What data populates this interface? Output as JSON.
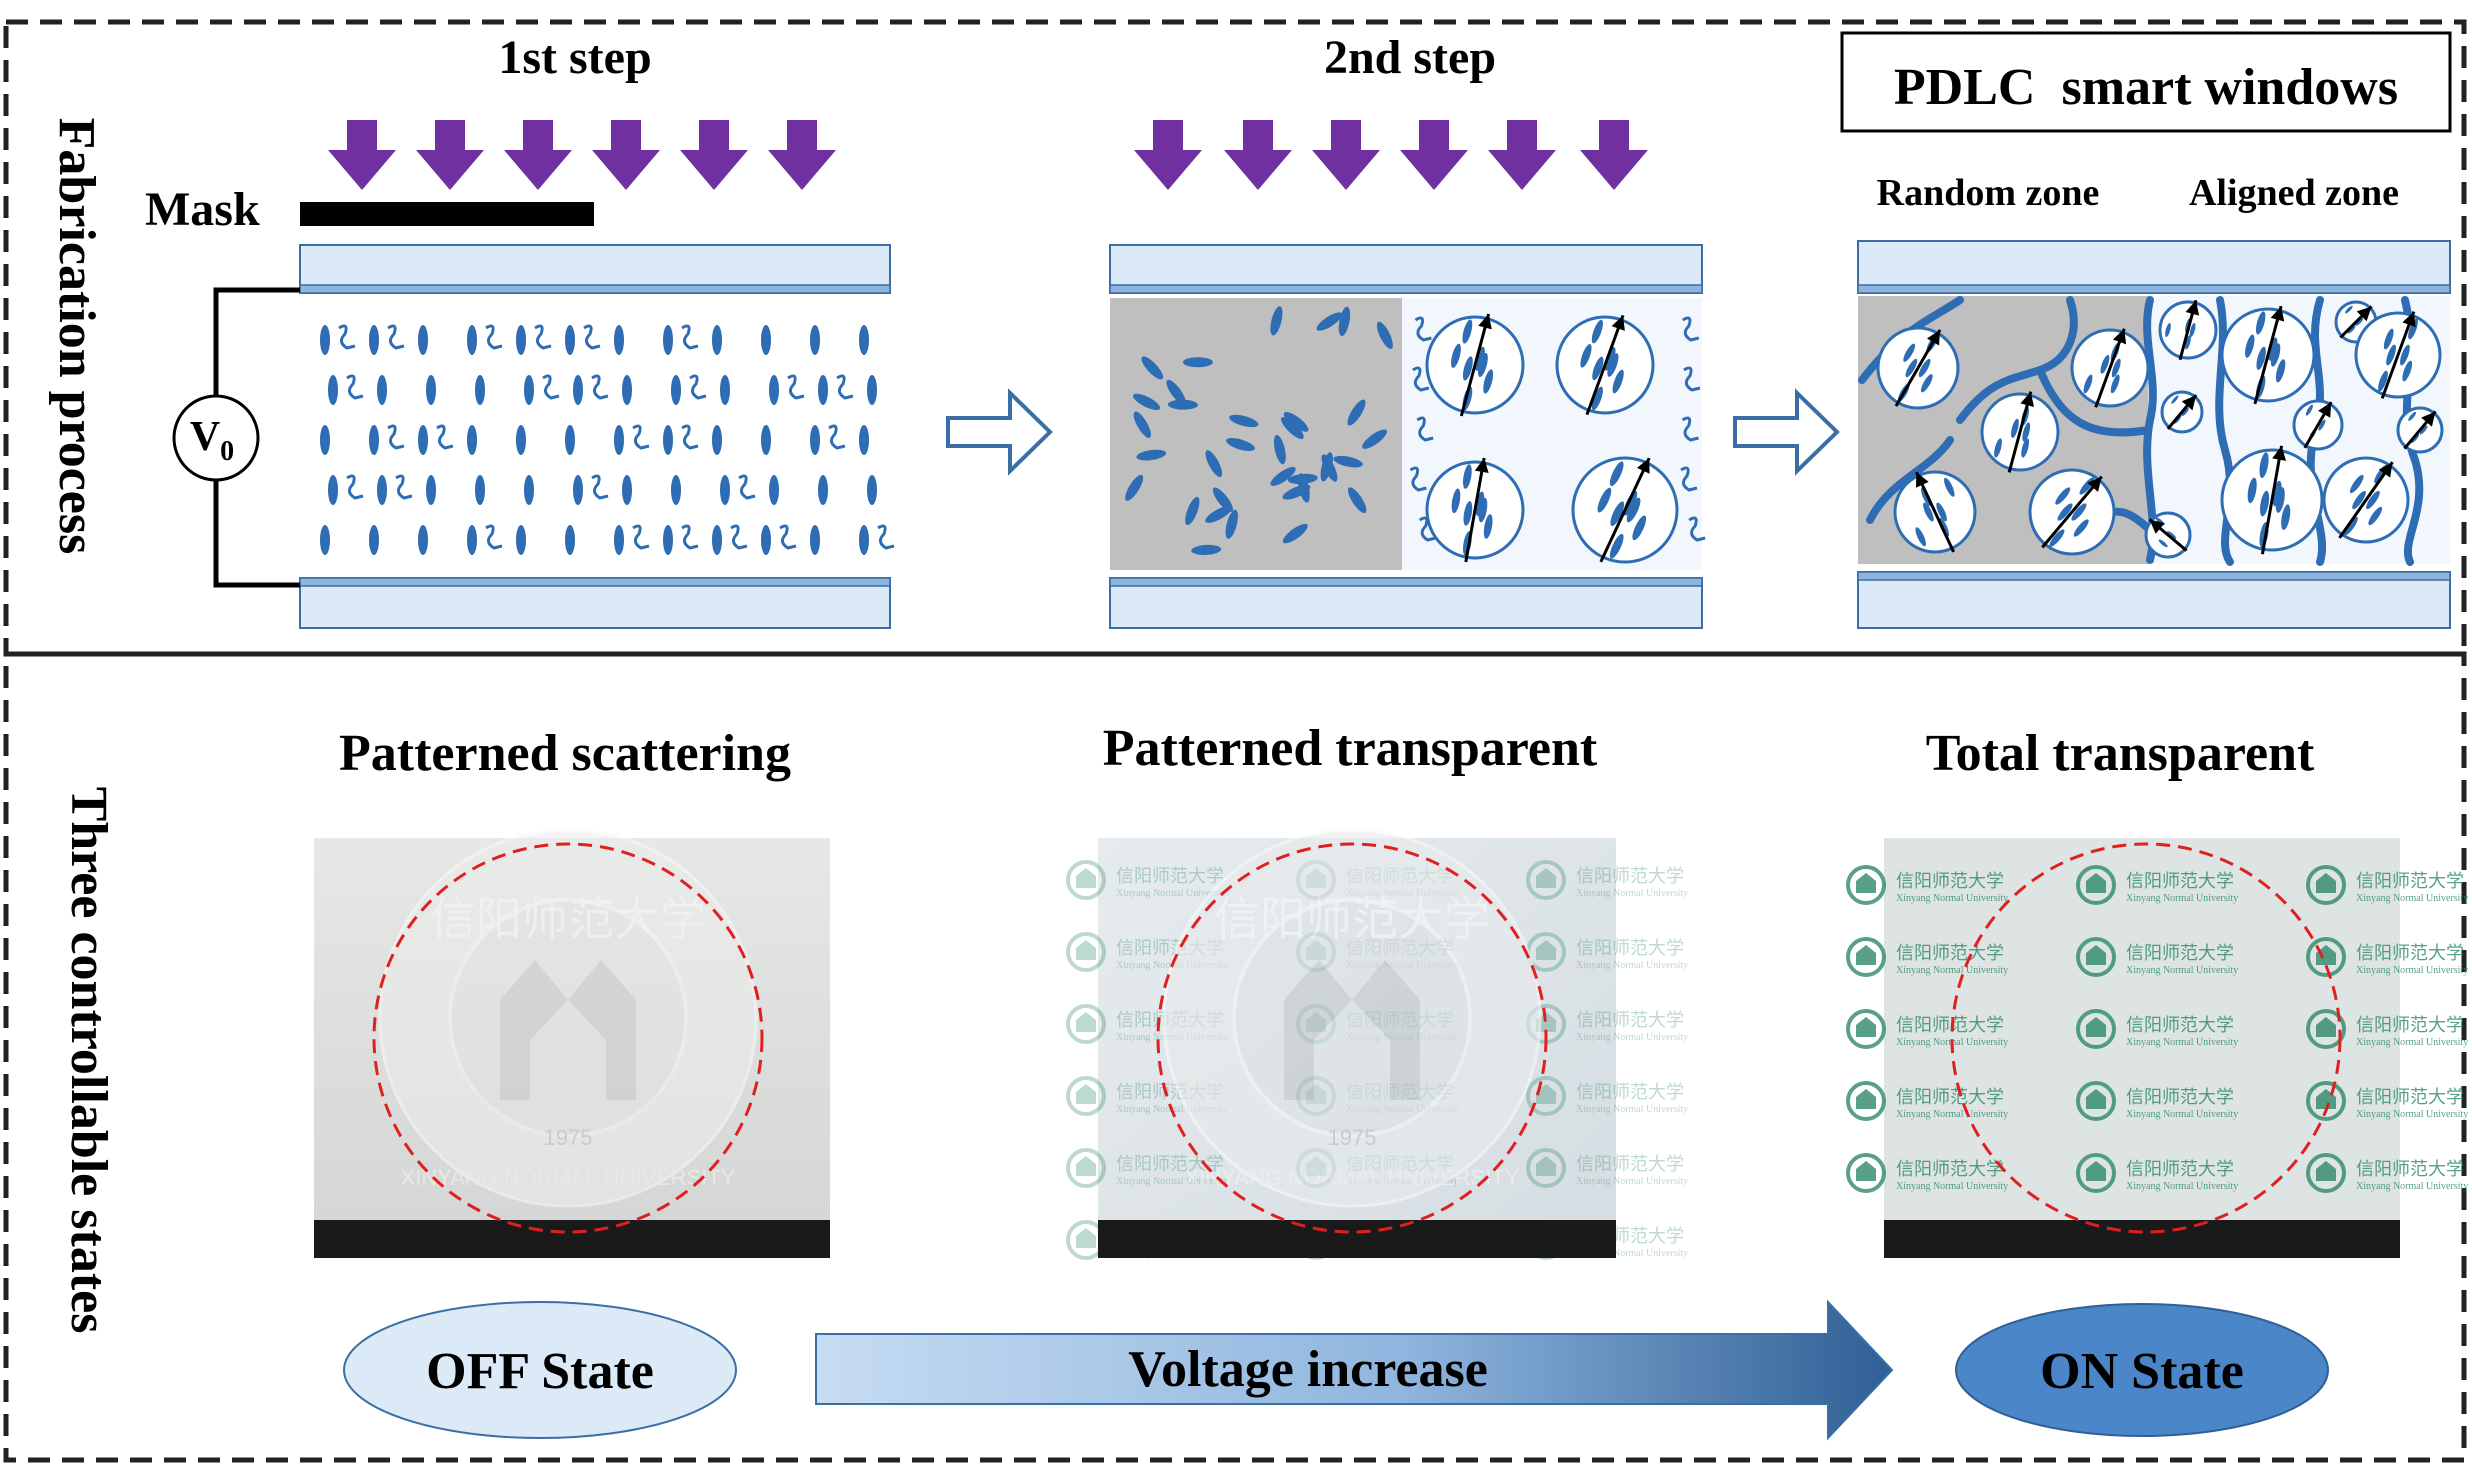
{
  "fabrication": {
    "section_label": "Fabrication process",
    "step1_label": "1st step",
    "step2_label": "2nd step",
    "mask_label": "Mask",
    "voltage_symbol": "V",
    "voltage_subscript": "0",
    "result_box_label": "PDLC  smart windows",
    "random_zone_label": "Random zone",
    "aligned_zone_label": "Aligned zone"
  },
  "states": {
    "section_label": "Three controllable states",
    "state1_title": "Patterned scattering",
    "state2_title": "Patterned transparent",
    "state3_title": "Total transparent",
    "off_label": "OFF State",
    "on_label": "ON State",
    "voltage_increase_label": "Voltage increase",
    "seal_year": "1975",
    "seal_motto": "XINYANG NORMAL UNIVERSITY",
    "seal_chinese": "信阳师范大学",
    "pattern_chinese": "信阳师范大学",
    "pattern_english": "Xinyang Normal University"
  },
  "colors": {
    "uv_arrow": "#7030A0",
    "lc_blue": "#2E6DB4",
    "glass_fill": "#DCE9F7",
    "glass_stroke": "#3A6EA5",
    "random_zone_bg": "#BFBFBF",
    "aligned_zone_bg": "#F2F7FD",
    "red_circle": "#E02020",
    "on_state_fill": "#4A86C8",
    "off_state_fill": "#DCE9F7"
  }
}
